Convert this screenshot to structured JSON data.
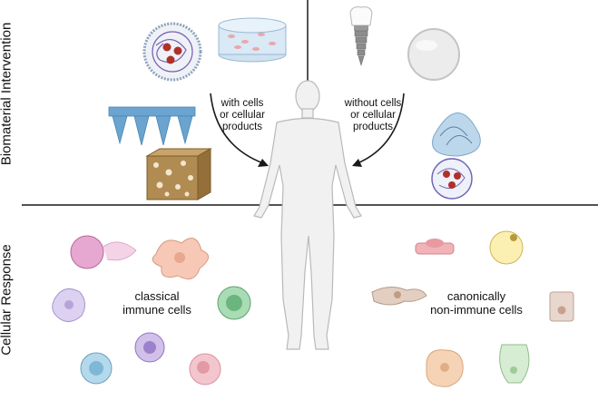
{
  "axis_labels": {
    "top": "Biomaterial Intervention",
    "bottom": "Cellular Response"
  },
  "arrows": {
    "left": [
      "with cells",
      "or cellular",
      "products"
    ],
    "right": [
      "without cells",
      "or cellular",
      "products"
    ]
  },
  "groups": {
    "left": [
      "classical",
      "immune cells"
    ],
    "right": [
      "canonically",
      "non-immune cells"
    ]
  },
  "colors": {
    "divider": "#1a1a1a",
    "body_fill": "#f1f1f1",
    "body_stroke": "#b9b9b9",
    "hydrogel": "#a8c8e2",
    "scaffold": "#b08b52",
    "micro_needles": "#6aa4cf",
    "nanoparticle_core": "#b0302a"
  }
}
